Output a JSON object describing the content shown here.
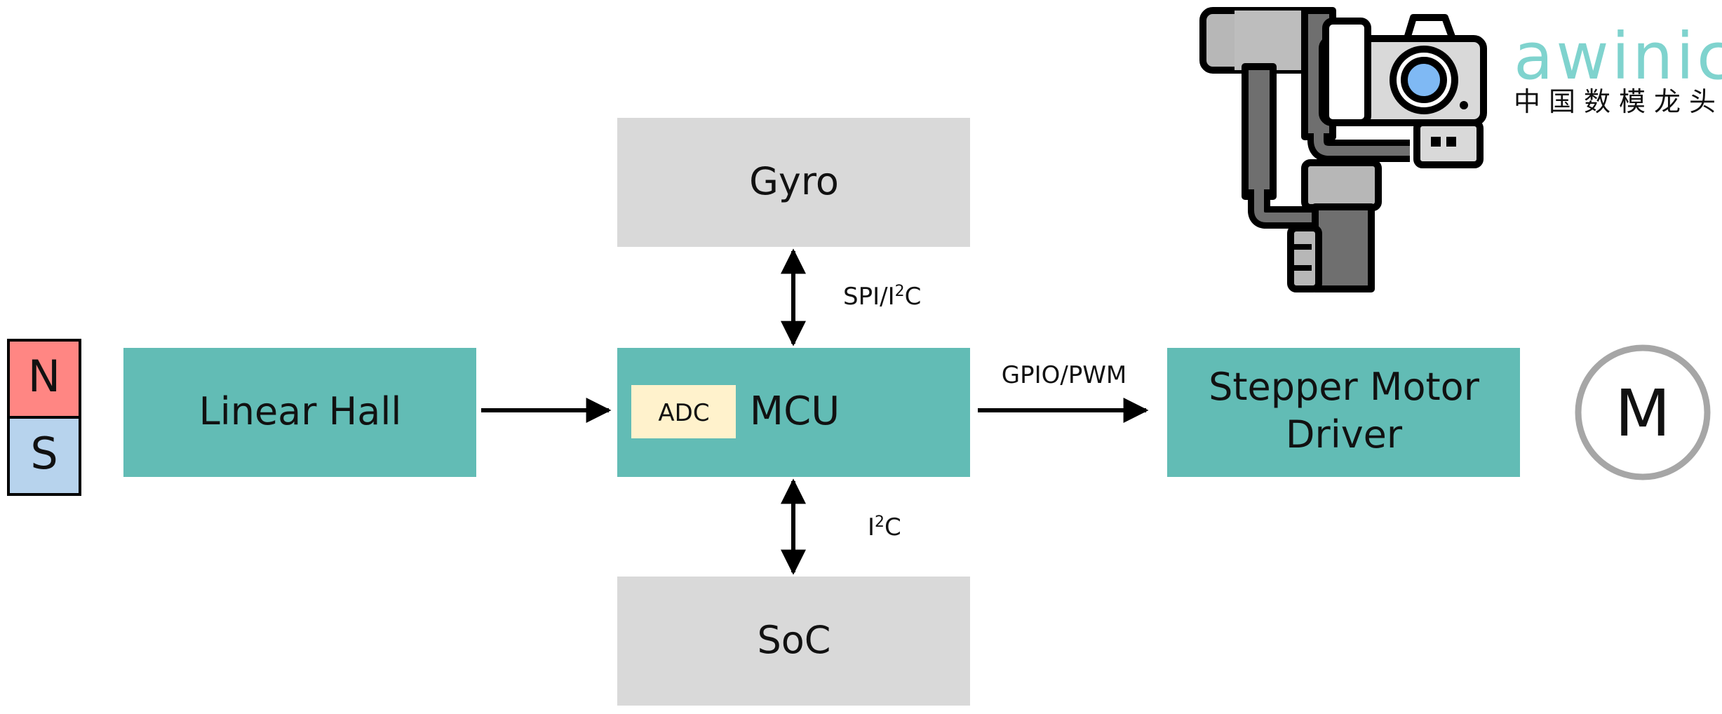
{
  "magnet": {
    "north_label": "N",
    "south_label": "S",
    "north_color": "#ff8683",
    "south_color": "#b7d3ed"
  },
  "blocks": {
    "linear_hall": "Linear Hall",
    "mcu": "MCU",
    "adc": "ADC",
    "gyro": "Gyro",
    "soc": "SoC",
    "driver_line1": "Stepper Motor",
    "driver_line2": "Driver"
  },
  "connections": {
    "gyro_mcu": {
      "prefix": "SPI/I",
      "superscript": "2",
      "suffix": "C"
    },
    "mcu_soc": {
      "prefix": "I",
      "superscript": "2",
      "suffix": "C"
    },
    "mcu_driver": "GPIO/PWM"
  },
  "motor": {
    "label": "M"
  },
  "icons": {
    "gimbal": "gimbal-camera-icon"
  },
  "logo": {
    "brand": "awinic",
    "tagline": "中国数模龙头"
  },
  "colors": {
    "teal_block": "#62bcb5",
    "gray_block": "#d9d9d9",
    "adc_block": "#fff2cc",
    "motor_ring": "#a6a6a6",
    "logo_teal": "#7fd3ce"
  }
}
